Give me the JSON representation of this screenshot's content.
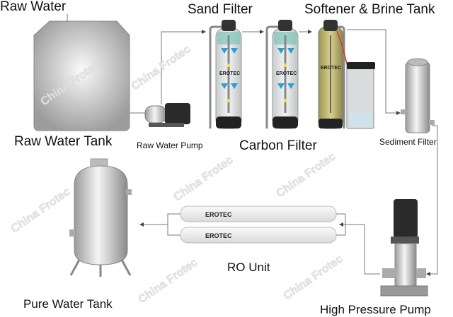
{
  "labels": {
    "raw_water": "Raw Water",
    "raw_water_tank": "Raw Water Tank",
    "raw_water_pump": "Raw Water Pump",
    "sand_filter": "Sand Filter",
    "carbon_filter": "Carbon Filter",
    "softener_brine_tank": "Softener & Brine Tank",
    "sediment_filter": "Sediment Filter",
    "high_pressure_pump": "High Pressure Pump",
    "ro_unit": "RO Unit",
    "pure_water_tank": "Pure Water Tank"
  },
  "logo": "EROTEC",
  "watermark": "China Frotec",
  "colors": {
    "line": "#777777",
    "tank": "#b8b8b8",
    "softener": "#b8b070",
    "filter": "#dfe3e3",
    "blue_arrow": "#2a9fd6",
    "yellow_arrow": "#f2e24a"
  }
}
